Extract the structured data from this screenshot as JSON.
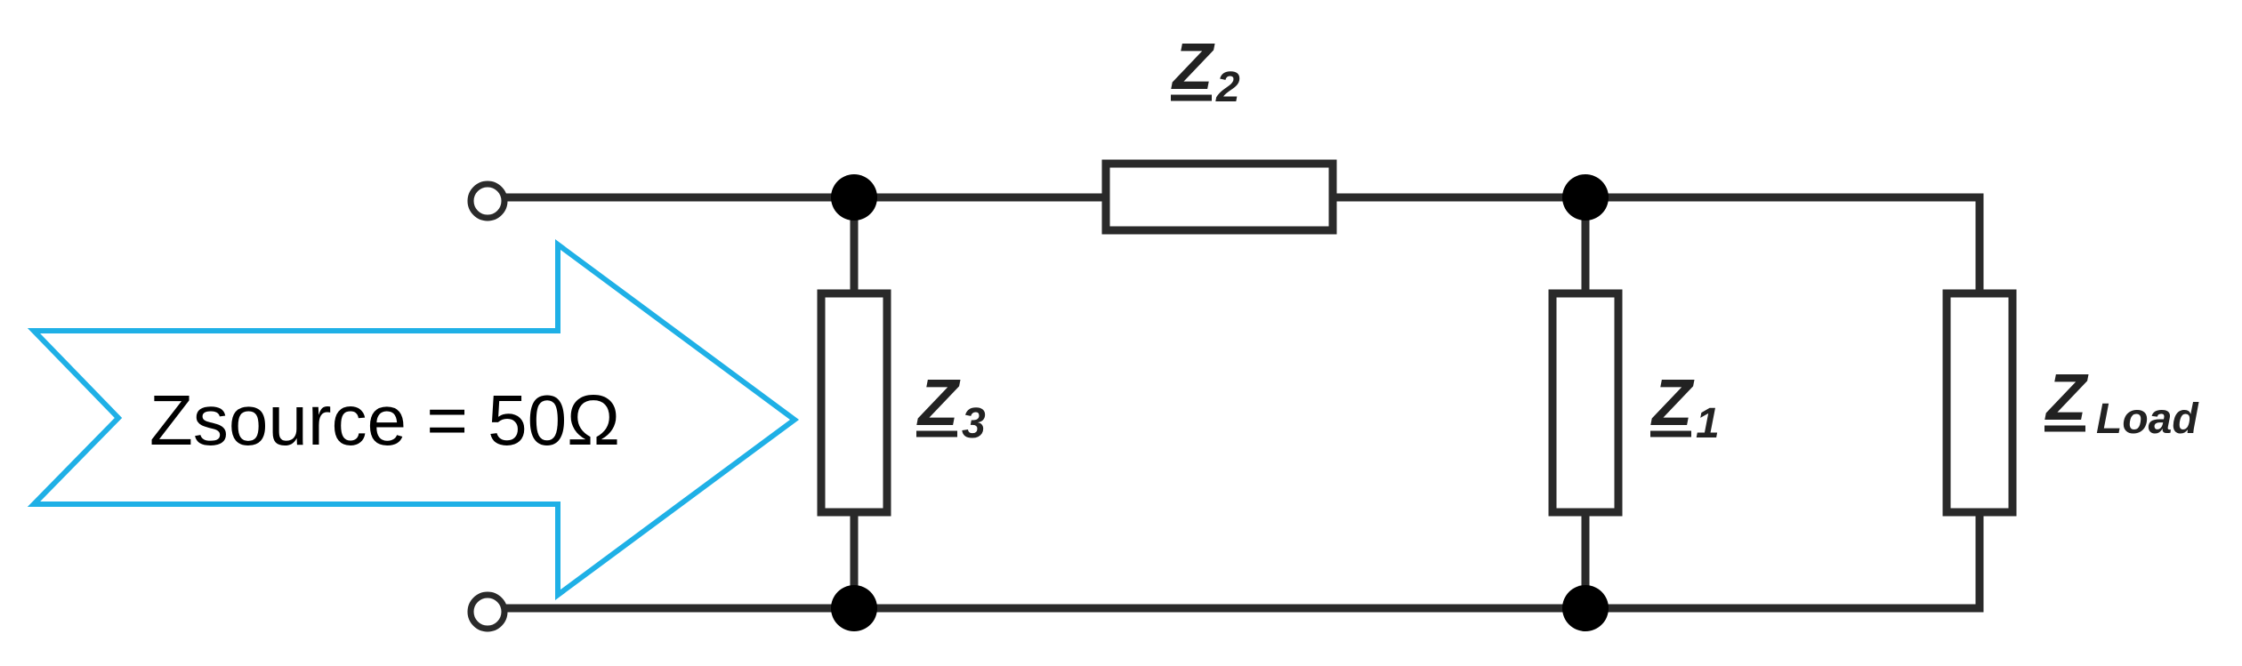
{
  "source_label": "Zsource = 50Ω",
  "impedances": {
    "z2": {
      "symbol": "Z",
      "subscript": "2"
    },
    "z3": {
      "symbol": "Z",
      "subscript": "3"
    },
    "z1": {
      "symbol": "Z",
      "subscript": "1"
    },
    "zload": {
      "symbol": "Z",
      "subscript": "Load"
    }
  },
  "colors": {
    "arrow_outline": "#1fb0e6",
    "wire": "#2a2a2a",
    "node": "#000000"
  }
}
